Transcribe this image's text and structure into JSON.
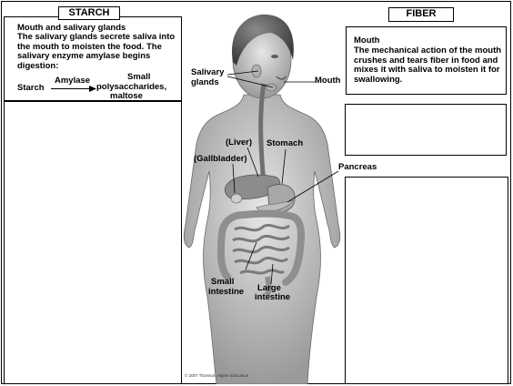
{
  "starch": {
    "header": "STARCH",
    "title": "Mouth and salivary glands",
    "body": "The salivary glands secrete saliva into the mouth to moisten the food. The salivary enzyme amylase begins digestion:",
    "reaction": {
      "substrate": "Starch",
      "enzyme": "Amylase",
      "product_line1": "Small",
      "product_line2": "polysaccharides,",
      "product_line3": "maltose"
    }
  },
  "fiber": {
    "header": "FIBER",
    "title": "Mouth",
    "body": "The mechanical action of the mouth crushes and tears fiber in food and mixes it with saliva to moisten it for swallowing."
  },
  "labels": {
    "salivary_1": "Salivary",
    "salivary_2": "glands",
    "mouth": "Mouth",
    "liver": "(Liver)",
    "stomach": "Stomach",
    "gallbladder": "(Gallbladder)",
    "pancreas": "Pancreas",
    "small_1": "Small",
    "small_2": "intestine",
    "large_1": "Large",
    "large_2": "intestine"
  },
  "credit": "© 2007 Thomson Higher Education"
}
